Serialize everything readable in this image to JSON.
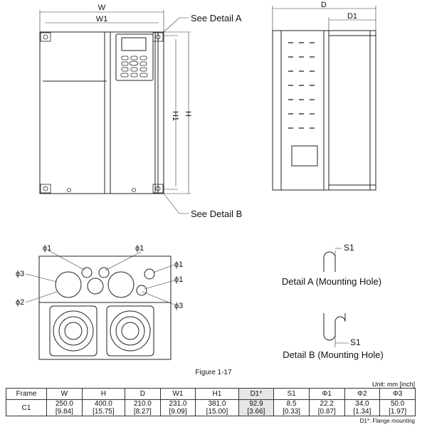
{
  "drawing": {
    "labels": {
      "w": "W",
      "w1": "W1",
      "h": "H",
      "h1": "H1",
      "d": "D",
      "d1": "D1",
      "see_detail_a": "See Detail A",
      "see_detail_b": "See Detail B",
      "phi1": "ϕ1",
      "phi2": "ϕ2",
      "phi3": "ϕ3",
      "s1": "S1"
    },
    "detail_a_caption": "Detail A (Mounting Hole)",
    "detail_b_caption": "Detail B (Mounting Hole)"
  },
  "figure_caption": "Figure 1-17",
  "unit_label": "Unit:  mm  [inch]",
  "table": {
    "headers": [
      "Frame",
      "W",
      "H",
      "D",
      "W1",
      "H1",
      "D1*",
      "S1",
      "Φ1",
      "Φ2",
      "Φ3"
    ],
    "rows": [
      {
        "frame": "C1",
        "cells": [
          {
            "mm": "250.0",
            "in": "[9.84]"
          },
          {
            "mm": "400.0",
            "in": "[15.75]"
          },
          {
            "mm": "210.0",
            "in": "[8.27]"
          },
          {
            "mm": "231.0",
            "in": "[9.09]"
          },
          {
            "mm": "381.0",
            "in": "[15.00]"
          },
          {
            "mm": "92.9",
            "in": "[3.66]"
          },
          {
            "mm": "8.5",
            "in": "[0.33]"
          },
          {
            "mm": "22.2",
            "in": "[0.87]"
          },
          {
            "mm": "34.0",
            "in": "[1.34]"
          },
          {
            "mm": "50.0",
            "in": "[1.97]"
          }
        ]
      }
    ]
  },
  "footnote": "D1*: Flange mounting"
}
